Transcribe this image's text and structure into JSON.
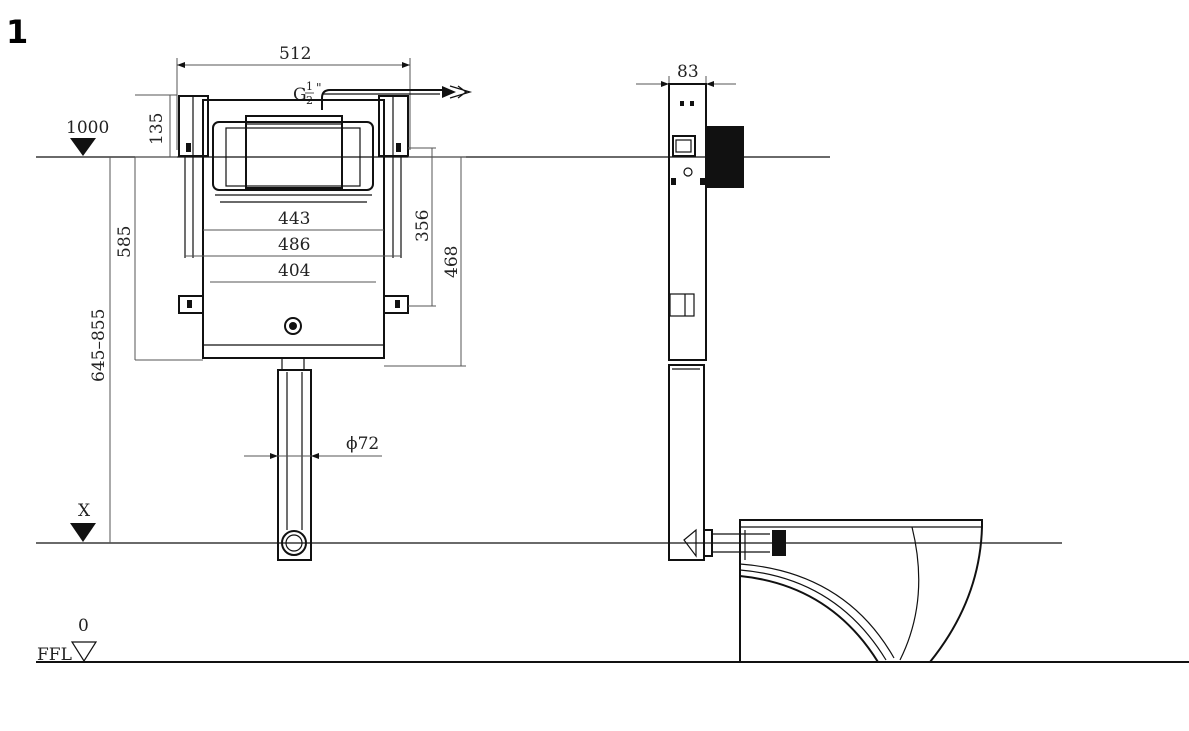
{
  "figure_number": "1",
  "levels": {
    "top": "1000",
    "x": "X",
    "floor_value": "0",
    "floor_label": "FFL"
  },
  "dimensions": {
    "width_total": "512",
    "top_offset": "135",
    "pipe_thread_g": "G",
    "pipe_thread_num": "1",
    "pipe_thread_den": "2",
    "pipe_thread_inch": "\"",
    "inner_443": "443",
    "inner_486": "486",
    "inner_404": "404",
    "height_585": "585",
    "height_356": "356",
    "height_468": "468",
    "range_645_855": "645–855",
    "pipe_diameter": "ϕ72",
    "side_depth": "83"
  },
  "colors": {
    "line": "#111111",
    "background": "#ffffff"
  },
  "icons": [
    "level-marker-icon",
    "flow-arrow-icon"
  ]
}
